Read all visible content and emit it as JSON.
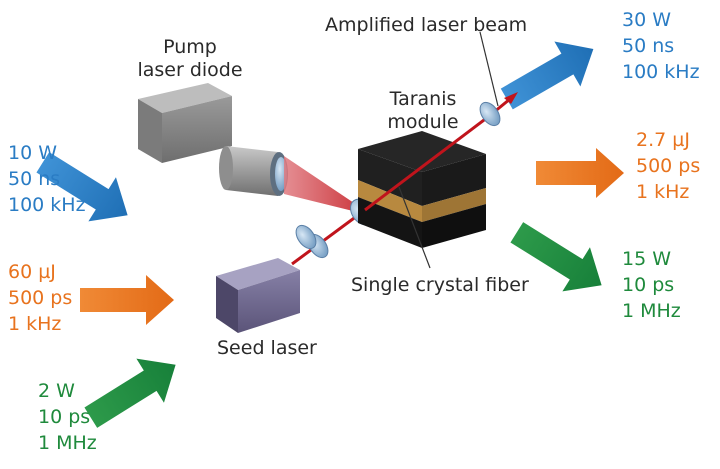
{
  "labels": {
    "pump_laser_diode_line1": "Pump",
    "pump_laser_diode_line2": "laser diode",
    "amplified_laser_beam": "Amplified laser beam",
    "taranis_module_line1": "Taranis",
    "taranis_module_line2": "module",
    "single_crystal_fiber": "Single crystal fiber",
    "seed_laser": "Seed laser"
  },
  "inputs": [
    {
      "color": "blue",
      "lines": [
        "10 W",
        "50 ns",
        "100 kHz"
      ]
    },
    {
      "color": "orange",
      "lines": [
        "60 µJ",
        "500 ps",
        "1 kHz"
      ]
    },
    {
      "color": "green",
      "lines": [
        "2 W",
        "10 ps",
        "1 MHz"
      ]
    }
  ],
  "outputs": [
    {
      "color": "blue",
      "lines": [
        "30 W",
        "50 ns",
        "100 kHz"
      ]
    },
    {
      "color": "orange",
      "lines": [
        "2.7 µJ",
        "500 ps",
        "1 kHz"
      ]
    },
    {
      "color": "green",
      "lines": [
        "15 W",
        "10 ps",
        "1 MHz"
      ]
    }
  ],
  "colors": {
    "blue": "#2a7cc4",
    "orange": "#e8731e",
    "green": "#1f8a3c",
    "beam_red": "#c0141c",
    "module_black": "#141414",
    "module_gold": "#b8893f",
    "seed_purple": "#6f6890",
    "pump_gray": "#8a8a8a",
    "lens_blue": "#8fb4d6"
  }
}
